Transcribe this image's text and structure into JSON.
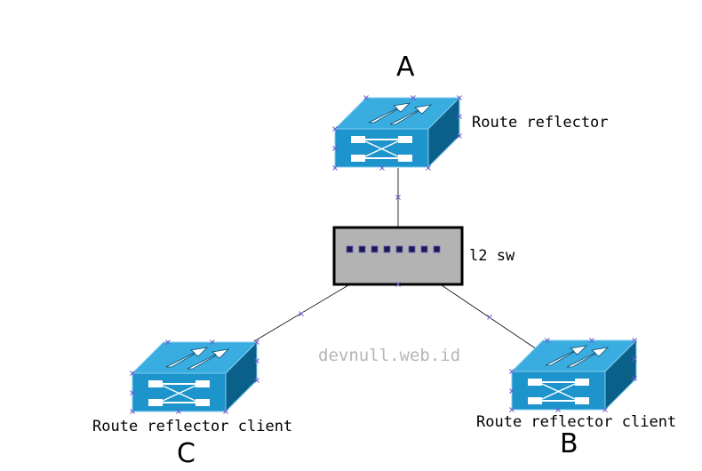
{
  "nodes": {
    "a": {
      "letter": "A",
      "role": "Route reflector",
      "icon": "router-icon"
    },
    "b": {
      "letter": "B",
      "role": "Route reflector client",
      "icon": "router-icon"
    },
    "c": {
      "letter": "C",
      "role": "Route reflector client",
      "icon": "router-icon"
    },
    "switch": {
      "label": "l2 sw",
      "icon": "l2-switch-icon",
      "ports": 8
    }
  },
  "links": [
    {
      "from": "a",
      "to": "switch"
    },
    {
      "from": "switch",
      "to": "c"
    },
    {
      "from": "switch",
      "to": "b"
    }
  ],
  "watermark": "devnull.web.id",
  "colors": {
    "router_top": "#39ace0",
    "router_front": "#1d94cc",
    "router_side": "#0a6089",
    "switch_body": "#b3b3b3",
    "port": "#1a1a4d",
    "handle_marks": "#6a5acd",
    "watermark": "#b5b5b5"
  }
}
